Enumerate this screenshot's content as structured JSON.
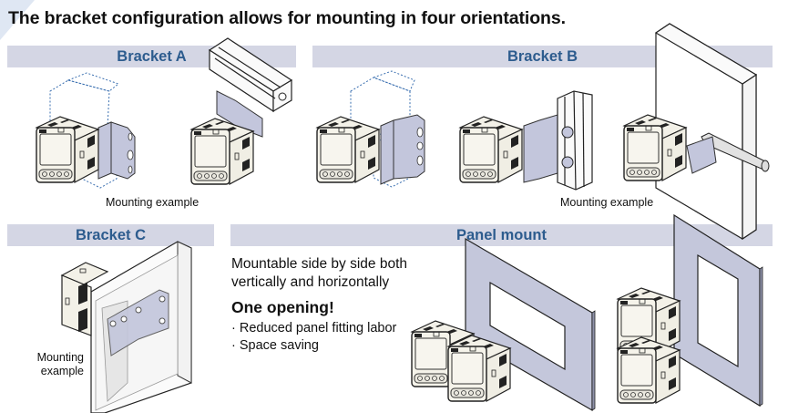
{
  "page": {
    "title": "The bracket configuration allows for mounting in four orientations."
  },
  "sections": {
    "bracket_a": {
      "header": "Bracket A",
      "caption": "Mounting example"
    },
    "bracket_b": {
      "header": "Bracket B",
      "caption": "Mounting example"
    },
    "bracket_c": {
      "header": "Bracket C",
      "caption_line1": "Mounting",
      "caption_line2": "example"
    },
    "panel_mount": {
      "header": "Panel mount",
      "description_line1": "Mountable side by side both",
      "description_line2": "vertically and horizontally",
      "highlight": "One opening!",
      "bullets": [
        "· Reduced panel fitting labor",
        "· Space saving"
      ]
    }
  },
  "colors": {
    "header_bg": "#d4d6e4",
    "header_text": "#2d5c8e",
    "bracket_fill": "#c3c6dc",
    "device_body": "#f3f1e8",
    "panel_fill": "#c4c7db"
  }
}
